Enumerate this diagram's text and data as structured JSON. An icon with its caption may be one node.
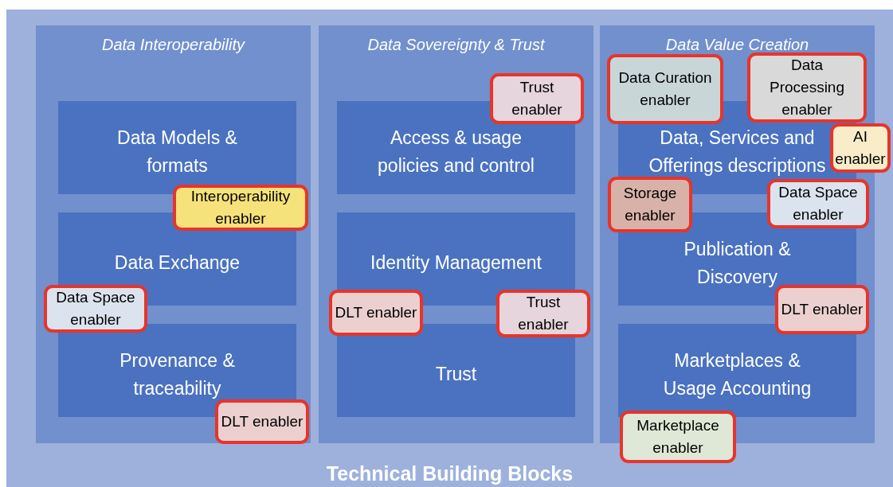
{
  "diagram": {
    "nodes": [
      {
        "text": [
          "Technical Building Blocks"
        ]
      },
      {
        "text": [
          "Data Interoperability"
        ],
        "in": 0
      },
      {
        "text": [
          "Data Sovereignty & Trust"
        ],
        "in": 0
      },
      {
        "text": [
          "Data Value Creation"
        ],
        "in": 0
      },
      {
        "text": [
          "Data Models & formats"
        ],
        "in": 1
      },
      {
        "text": [
          "Data Exchange"
        ],
        "in": 1
      },
      {
        "text": [
          "Provenance & traceability"
        ],
        "in": 1
      },
      {
        "text": [
          "Access & usage policies and control"
        ],
        "in": 2
      },
      {
        "text": [
          "Identity Management"
        ],
        "in": 2
      },
      {
        "text": [
          "Trust"
        ],
        "in": 2
      },
      {
        "text": [
          "Data, Services and Offerings descriptions"
        ],
        "in": 3
      },
      {
        "text": [
          "Publication & Discovery"
        ],
        "in": 3
      },
      {
        "text": [
          "Marketplaces & Usage Accounting"
        ],
        "in": 3
      },
      {
        "text": [
          "Interoperability enabler"
        ],
        "in": 1
      },
      {
        "text": [
          "Data Space enabler"
        ],
        "in": 1
      },
      {
        "text": [
          "DLT enabler"
        ],
        "in": 1
      },
      {
        "text": [
          "Trust enabler"
        ],
        "in": 2
      },
      {
        "text": [
          "DLT enabler"
        ],
        "in": 2
      },
      {
        "text": [
          "Trust enabler"
        ],
        "in": 2
      },
      {
        "text": [
          "Data Curation enabler"
        ],
        "in": 3
      },
      {
        "text": [
          "Data Processing enabler"
        ],
        "in": 3
      },
      {
        "text": [
          "AI enabler"
        ],
        "in": 0
      },
      {
        "text": [
          "Storage enabler"
        ],
        "in": 3
      },
      {
        "text": [
          "Data Space enabler"
        ],
        "in": 3
      },
      {
        "text": [
          "DLT enabler"
        ],
        "in": 3
      },
      {
        "text": [
          "Marketplace enabler"
        ],
        "in": 0
      }
    ]
  }
}
